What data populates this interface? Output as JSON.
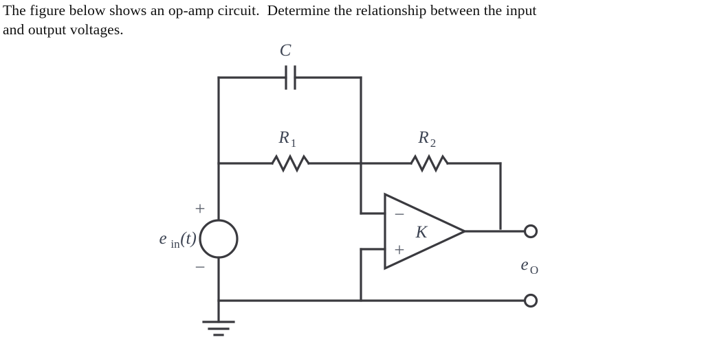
{
  "problem": {
    "line1": "The figure below shows an op-amp circuit.  Determine the relationship between the input",
    "line2": "and output voltages."
  },
  "figure": {
    "title": "op-amp-circuit-diagram",
    "labels": {
      "capacitor": "C",
      "resistor1_base": "R",
      "resistor1_sub": "1",
      "resistor2_base": "R",
      "resistor2_sub": "2",
      "opamp_gain": "K",
      "opamp_inverting": "−",
      "opamp_noninverting": "+",
      "source_base": "e",
      "source_sub": "in",
      "source_arg": "(t)",
      "source_plus": "+",
      "source_minus": "−",
      "output_base": "e",
      "output_sub": "O"
    },
    "colors": {
      "wire": "#3a3a3f",
      "label": "#3c4352",
      "sign": "#5a5f6b",
      "background": "#ffffff"
    }
  }
}
